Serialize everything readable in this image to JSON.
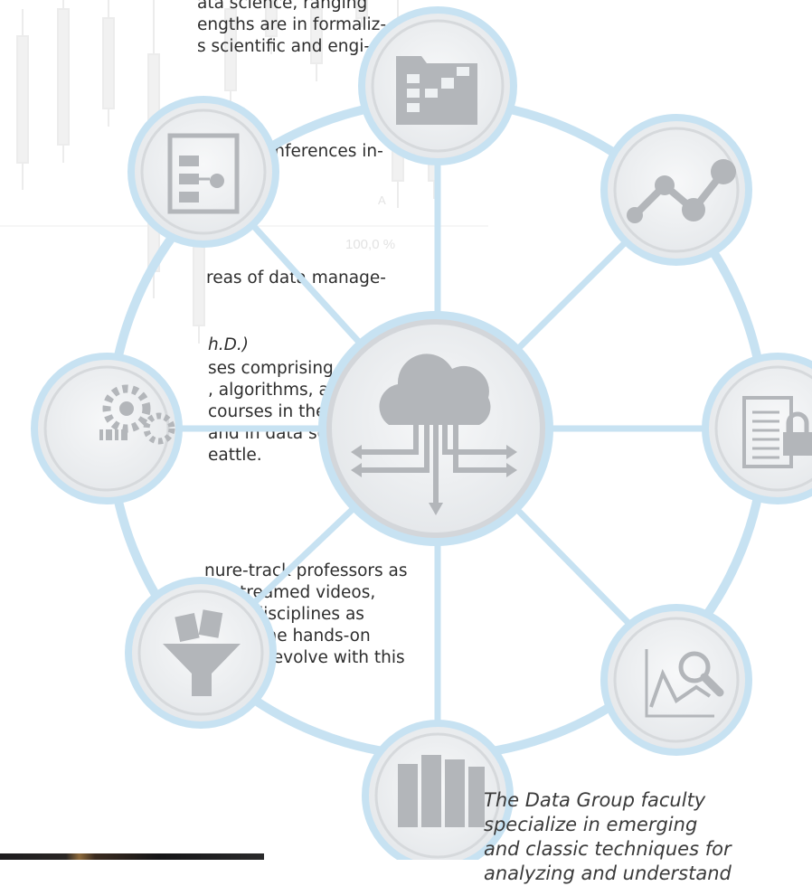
{
  "body_text": {
    "line_1": "ata science, ranging",
    "line_2": "engths are in formaliz-",
    "line_3": "s scientific and engi-",
    "line_4": "n top conferences in-",
    "line_5": "reas of data manage-",
    "line_6": "h.D.)",
    "line_7": "ses comprising the",
    "line_8": ", algorithms, and",
    "line_9": "courses in these areas,",
    "line_10": "and in data science and",
    "line_11": "eattle.",
    "line_12": "nure-track professors as",
    "line_13": "nd streamed videos,",
    "line_14": "uting disciplines as",
    "line_15": "skills.  The hands-on",
    "line_16": "skills to evolve with this"
  },
  "background_chart": {
    "label_a": "A",
    "percent_label": "100,0 %"
  },
  "hub_diagram": {
    "ring_color": "#c7e2f2",
    "node_fill": "#eef1f3",
    "icon_color": "#b3b6ba",
    "nodes": [
      {
        "name": "folder-diagram-icon"
      },
      {
        "name": "line-graph-icon"
      },
      {
        "name": "document-lock-icon"
      },
      {
        "name": "chart-magnifier-icon"
      },
      {
        "name": "server-rack-icon"
      },
      {
        "name": "funnel-documents-icon"
      },
      {
        "name": "gears-binary-icon"
      },
      {
        "name": "flowchart-icon"
      }
    ],
    "center": {
      "name": "cloud-network-icon"
    }
  },
  "caption": {
    "line_1": "The Data Group faculty",
    "line_2": "specialize in emerging",
    "line_3": "and classic techniques for",
    "line_4": "analyzing and understand"
  }
}
